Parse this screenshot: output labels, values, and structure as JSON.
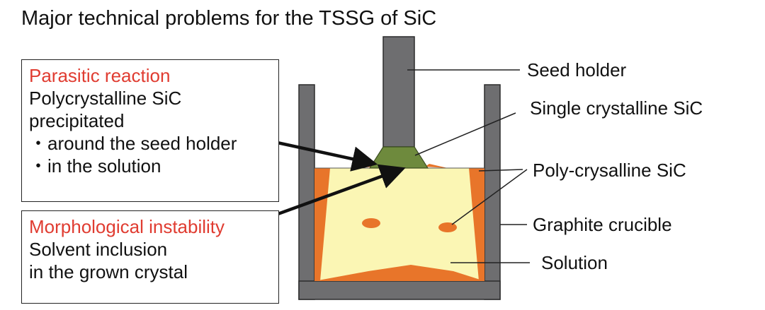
{
  "title": "Major technical problems for the TSSG of SiC",
  "box_parasitic": {
    "heading": "Parasitic reaction",
    "lines": [
      "Polycrystalline SiC",
      "precipitated",
      "・around the seed holder",
      "・in the solution"
    ]
  },
  "box_morphological": {
    "heading": "Morphological instability",
    "lines": [
      "Solvent inclusion",
      "in the grown crystal"
    ]
  },
  "labels": {
    "seed_holder": "Seed holder",
    "single_crystal": "Single crystalline SiC",
    "poly_sic": "Poly-crysalline SiC",
    "crucible": "Graphite crucible",
    "solution": "Solution"
  },
  "colors": {
    "graphite": "#6e6e70",
    "solution": "#fbf6b4",
    "poly": "#e8752a",
    "single_crystal": "#6e8a3d",
    "heading_red": "#e03c31"
  }
}
